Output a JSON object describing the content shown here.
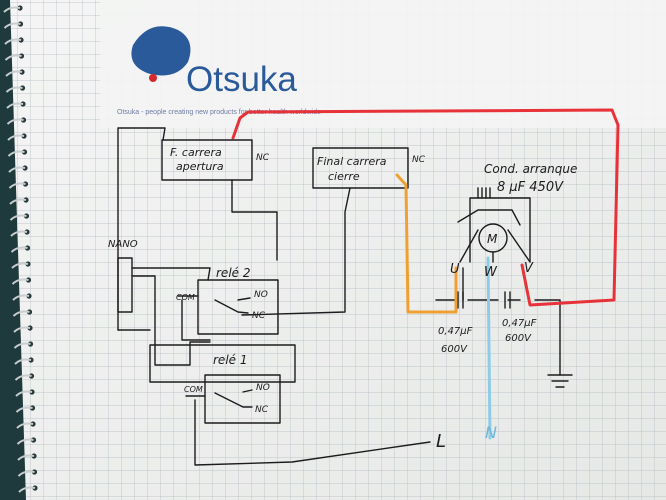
{
  "logo": {
    "name": "Otsuka",
    "tagline": "Otsuka - people creating new products for better health worldwide"
  },
  "components": {
    "limit_open": {
      "label_line1": "F. carrera",
      "label_line2": "apertura",
      "contact": "NC"
    },
    "limit_close": {
      "label_line1": "Final carrera",
      "label_line2": "cierre",
      "contact": "NC"
    },
    "capacitor_start": {
      "label_line1": "Cond. arranque",
      "label_line2": "8 µF 450V"
    },
    "motor": {
      "symbol": "M",
      "terminals": [
        "U",
        "W",
        "V"
      ]
    },
    "cap_left": {
      "label_line1": "0,47µF",
      "label_line2": "600V"
    },
    "cap_right": {
      "label_line1": "0,47µF",
      "label_line2": "600V"
    },
    "relay2": {
      "label": "relé 2",
      "com": "COM",
      "no": "NO",
      "nc": "NC"
    },
    "relay1": {
      "label": "relé 1",
      "com": "COM",
      "no": "NO",
      "nc": "NC"
    },
    "nano": {
      "label": "NANO"
    },
    "line": {
      "label": "L"
    },
    "neutral": {
      "label": "N"
    }
  },
  "colors": {
    "red_wire": "#e8323a",
    "orange_wire": "#f0a030",
    "blue_wire": "#8ecbe6",
    "logo_blue": "#2a5a9a",
    "logo_red": "#d7282f",
    "ink": "#1c1c1c"
  }
}
